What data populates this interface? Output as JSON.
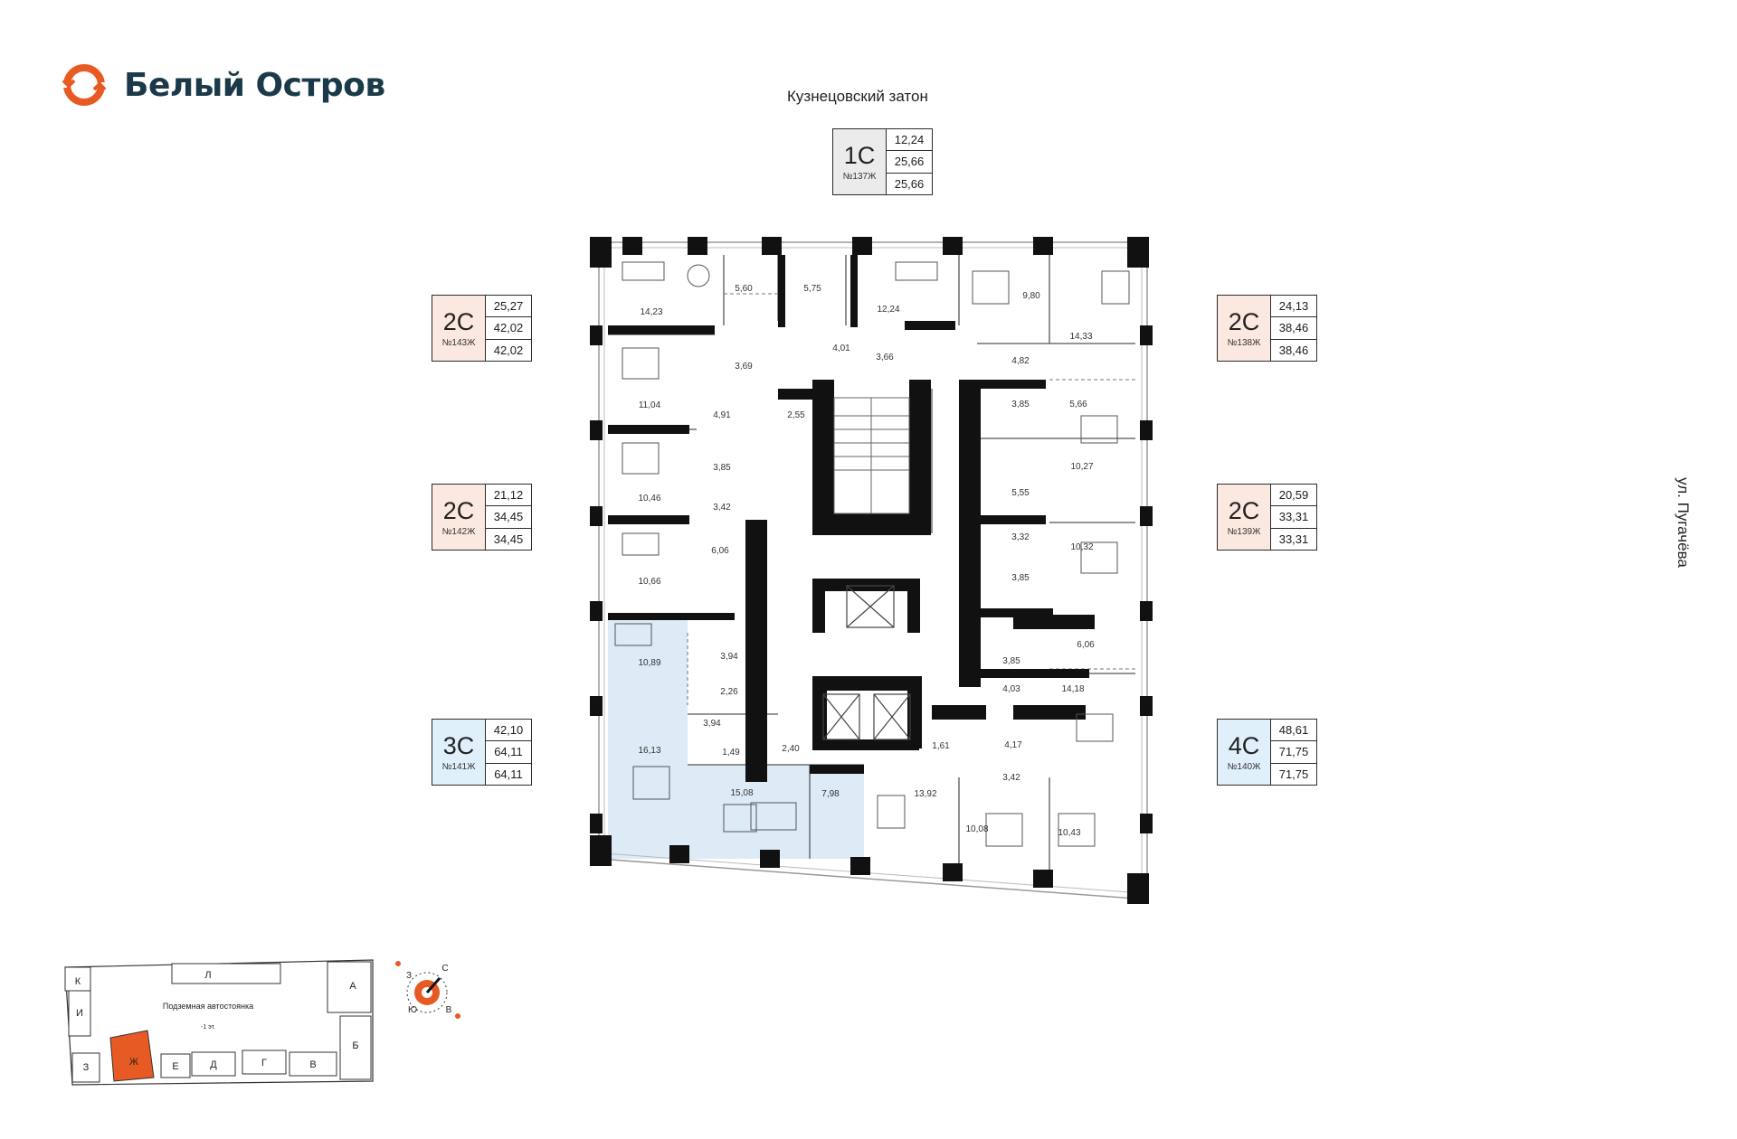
{
  "brand": {
    "name": "Белый Остров",
    "accent": "#e85a24",
    "ink": "#1a3a4a"
  },
  "streets": {
    "top": "Кузнецовский затон",
    "right": "ул. Пугачёва"
  },
  "apartments": [
    {
      "type": "1С",
      "number": "№137Ж",
      "values": [
        "12,24",
        "25,66",
        "25,66"
      ],
      "bg": "#ebebeb"
    },
    {
      "type": "2С",
      "number": "№143Ж",
      "values": [
        "25,27",
        "42,02",
        "42,02"
      ],
      "bg": "#fbe8e0"
    },
    {
      "type": "2С",
      "number": "№142Ж",
      "values": [
        "21,12",
        "34,45",
        "34,45"
      ],
      "bg": "#fbe8e0"
    },
    {
      "type": "3С",
      "number": "№141Ж",
      "values": [
        "42,10",
        "64,11",
        "64,11"
      ],
      "bg": "#e0f0fb"
    },
    {
      "type": "2С",
      "number": "№138Ж",
      "values": [
        "24,13",
        "38,46",
        "38,46"
      ],
      "bg": "#fbe8e0"
    },
    {
      "type": "2С",
      "number": "№139Ж",
      "values": [
        "20,59",
        "33,31",
        "33,31"
      ],
      "bg": "#fbe8e0"
    },
    {
      "type": "4С",
      "number": "№140Ж",
      "values": [
        "48,61",
        "71,75",
        "71,75"
      ],
      "bg": "#e0f0fb"
    }
  ],
  "room_areas": [
    "14,23",
    "5,60",
    "5,75",
    "12,24",
    "9,80",
    "14,33",
    "11,04",
    "3,69",
    "4,01",
    "3,66",
    "4,82",
    "3,85",
    "5,66",
    "4,91",
    "2,55",
    "10,46",
    "3,85",
    "3,42",
    "5,55",
    "10,27",
    "10,66",
    "6,06",
    "3,32",
    "10,32",
    "3,85",
    "10,89",
    "3,94",
    "2,26",
    "3,85",
    "6,06",
    "4,03",
    "14,18",
    "3,94",
    "16,13",
    "1,49",
    "2,40",
    "1,61",
    "4,17",
    "3,42",
    "15,08",
    "7,98",
    "13,92",
    "10,08",
    "10,43"
  ],
  "highlight_color": "#dcebf6",
  "site_plan": {
    "sections": [
      "К",
      "Л",
      "А",
      "И",
      "Б",
      "З",
      "Ж",
      "Е",
      "Д",
      "Г",
      "В"
    ],
    "parking_label": "Подземная автостоянка",
    "parking_level": "-1 эт.",
    "selected_section": "Ж"
  },
  "compass": {
    "labels": [
      "З",
      "С",
      "Ю",
      "В"
    ]
  }
}
